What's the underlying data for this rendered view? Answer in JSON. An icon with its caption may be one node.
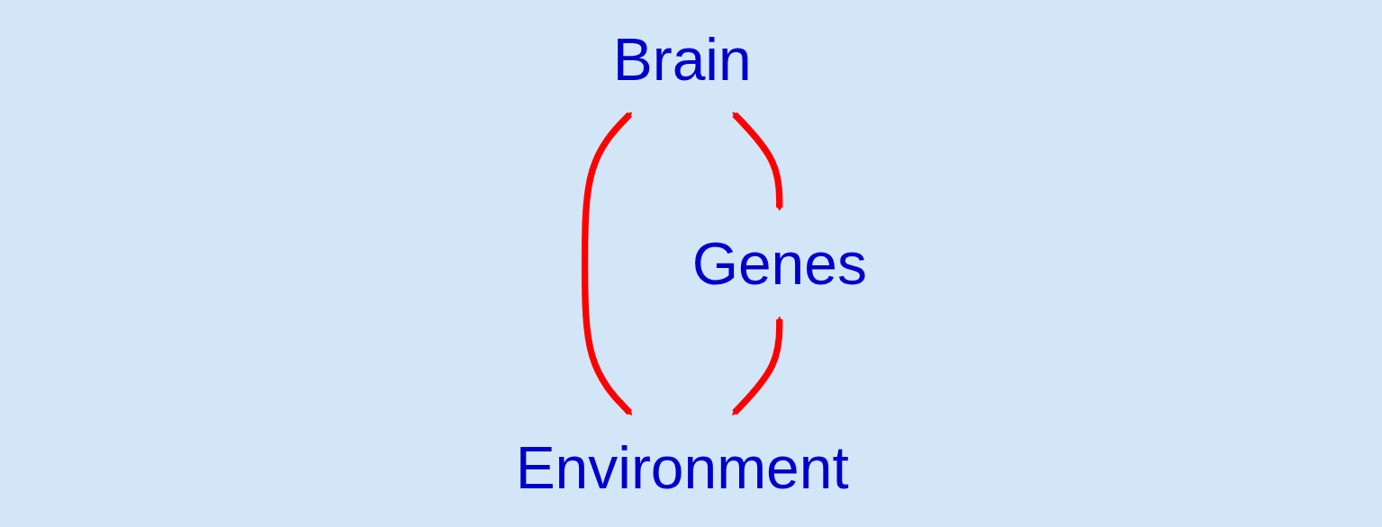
{
  "diagram": {
    "nodes": [
      {
        "text": [
          "Brain"
        ]
      },
      {
        "text": [
          "Genes"
        ]
      },
      {
        "text": [
          "Environment"
        ]
      }
    ],
    "edges": [
      {
        "from": 0,
        "to": 1,
        "arrow": "both"
      },
      {
        "from": 0,
        "to": 2,
        "arrow": "both"
      },
      {
        "from": 1,
        "to": 2,
        "arrow": "both"
      }
    ]
  }
}
